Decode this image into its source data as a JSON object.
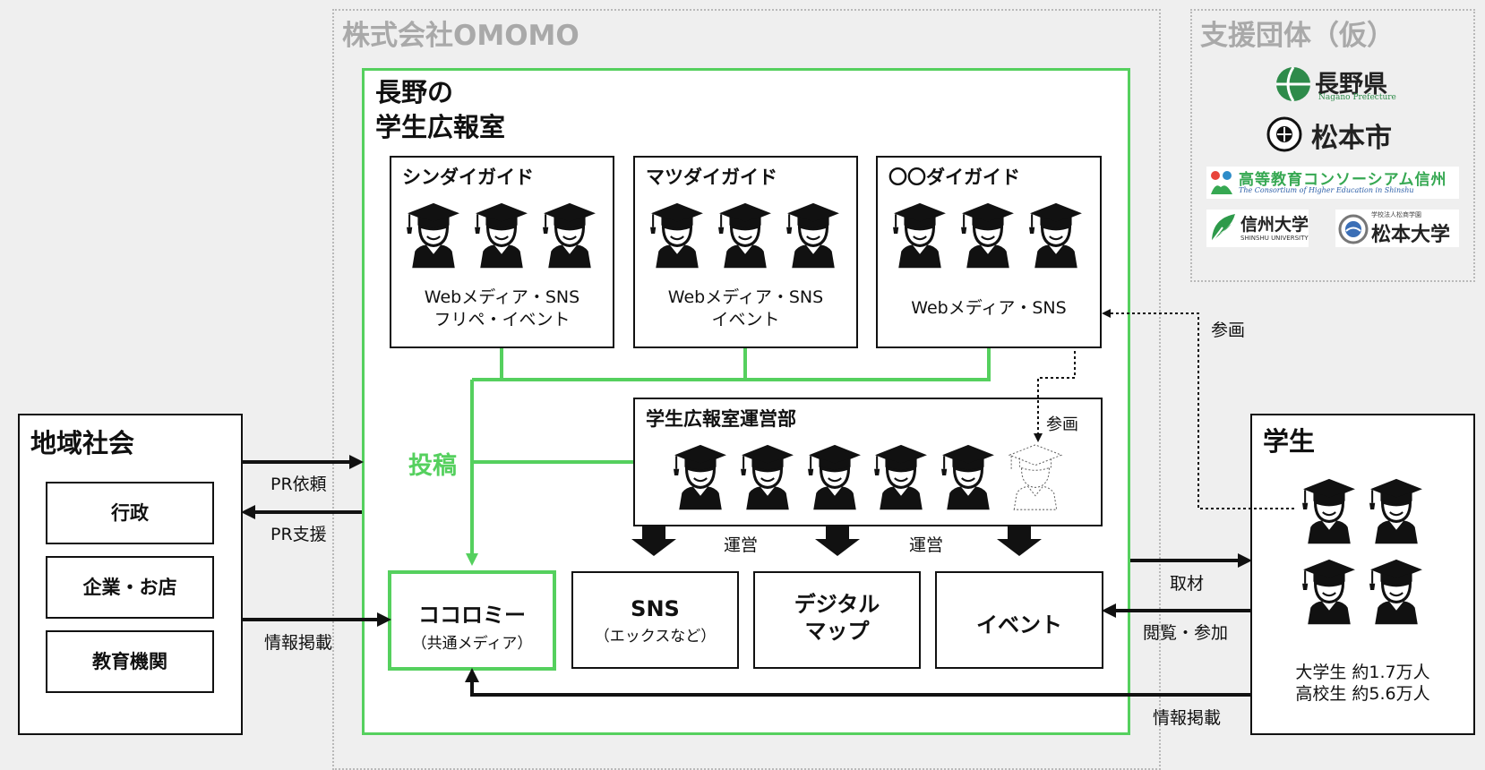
{
  "omomo": {
    "title": "株式会社OMOMO"
  },
  "support": {
    "title": "支援団体（仮）",
    "nagano_pref": {
      "name": "長野県",
      "sub": "Nagano Prefecture"
    },
    "matsumoto_city": {
      "name": "松本市"
    },
    "consortium": {
      "name": "高等教育コンソーシアム信州",
      "sub": "The Consortium of Higher Education in Shinshu"
    },
    "shinshu_univ": {
      "name": "信州大学",
      "sub": "SHINSHU UNIVERSITY"
    },
    "matsumoto_univ": {
      "name": "松本大学",
      "sub": "学校法人松商学園"
    }
  },
  "room": {
    "title_line1": "長野の",
    "title_line2": "学生広報室"
  },
  "guides": [
    {
      "title": "シンダイガイド",
      "line1": "Webメディア・SNS",
      "line2": "フリペ・イベント"
    },
    {
      "title": "マツダイガイド",
      "line1": "Webメディア・SNS",
      "line2": "イベント"
    },
    {
      "title": "〇〇ダイガイド",
      "line1": "Webメディア・SNS",
      "line2": ""
    }
  ],
  "ops": {
    "title": "学生広報室運営部",
    "participate": "参画"
  },
  "post_label": "投稿",
  "unei1": "運営",
  "unei2": "運営",
  "media": {
    "cocolomi": {
      "title": "ココロミー",
      "sub": "（共通メディア）"
    },
    "sns": {
      "title": "SNS",
      "sub": "（エックスなど）"
    },
    "digital_map": {
      "line1": "デジタル",
      "line2": "マップ"
    },
    "event": {
      "title": "イベント"
    }
  },
  "community": {
    "title": "地域社会",
    "items": [
      "行政",
      "企業・お店",
      "教育機関"
    ],
    "pr_request": "PR依頼",
    "pr_support": "PR支援",
    "info_post": "情報掲載"
  },
  "students": {
    "title": "学生",
    "univ": "大学生 約1.7万人",
    "high": "高校生 約5.6万人",
    "participate": "参画",
    "coverage": "取材",
    "browse": "閲覧・参加",
    "info_post": "情報掲載"
  },
  "colors": {
    "green": "#55d05e",
    "grey_dotted": "#b9b9b9",
    "background": "#efefef"
  },
  "icons": {
    "student": "graduation-cap-student-icon",
    "student_outline": "outline-student-icon"
  }
}
